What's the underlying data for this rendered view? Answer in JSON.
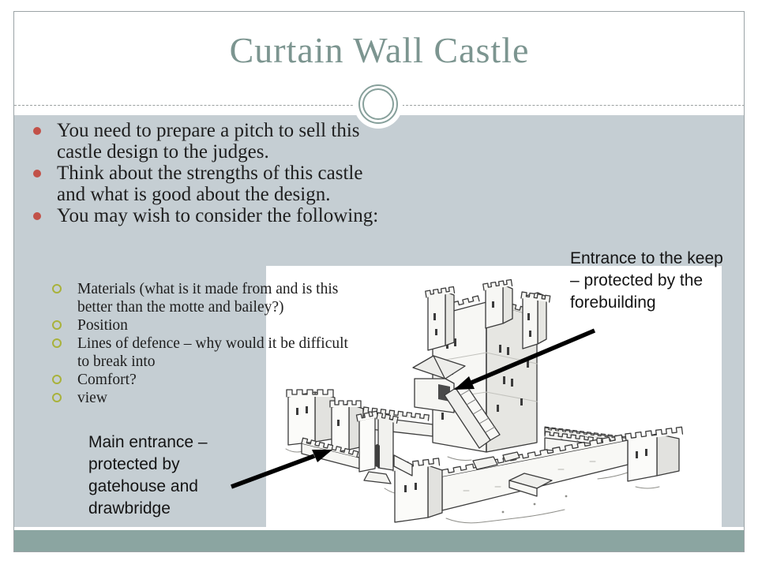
{
  "slide": {
    "title": "Curtain Wall Castle",
    "bullets": [
      "You need to prepare a pitch to sell this castle design to the judges.",
      "Think about the strengths of this castle and what is good about the design.",
      "You may wish to consider the following:"
    ],
    "sub_bullets": [
      "Materials (what is it made from and is this better than the motte and bailey?)",
      "Position",
      "Lines of defence – why would it be difficult to break into",
      "Comfort?",
      "view"
    ],
    "callouts": [
      {
        "id": "entrance-keep",
        "text": "Entrance to the keep – protected by the forebuilding"
      },
      {
        "id": "main-entrance",
        "text": "Main entrance – protected by gatehouse and drawbridge"
      }
    ],
    "image": {
      "description": "black and white line drawing of a curtain wall castle with central keep, forebuilding, gatehouse and corner towers"
    }
  },
  "theme": {
    "title_color": "#7C9590",
    "content_background": "#C5CED3",
    "footer_band_color": "#8BA5A1",
    "bullet_dot_color": "#C25148",
    "sub_bullet_ring_color": "#A9B23B",
    "frame_border_color": "#9BA3A6"
  }
}
